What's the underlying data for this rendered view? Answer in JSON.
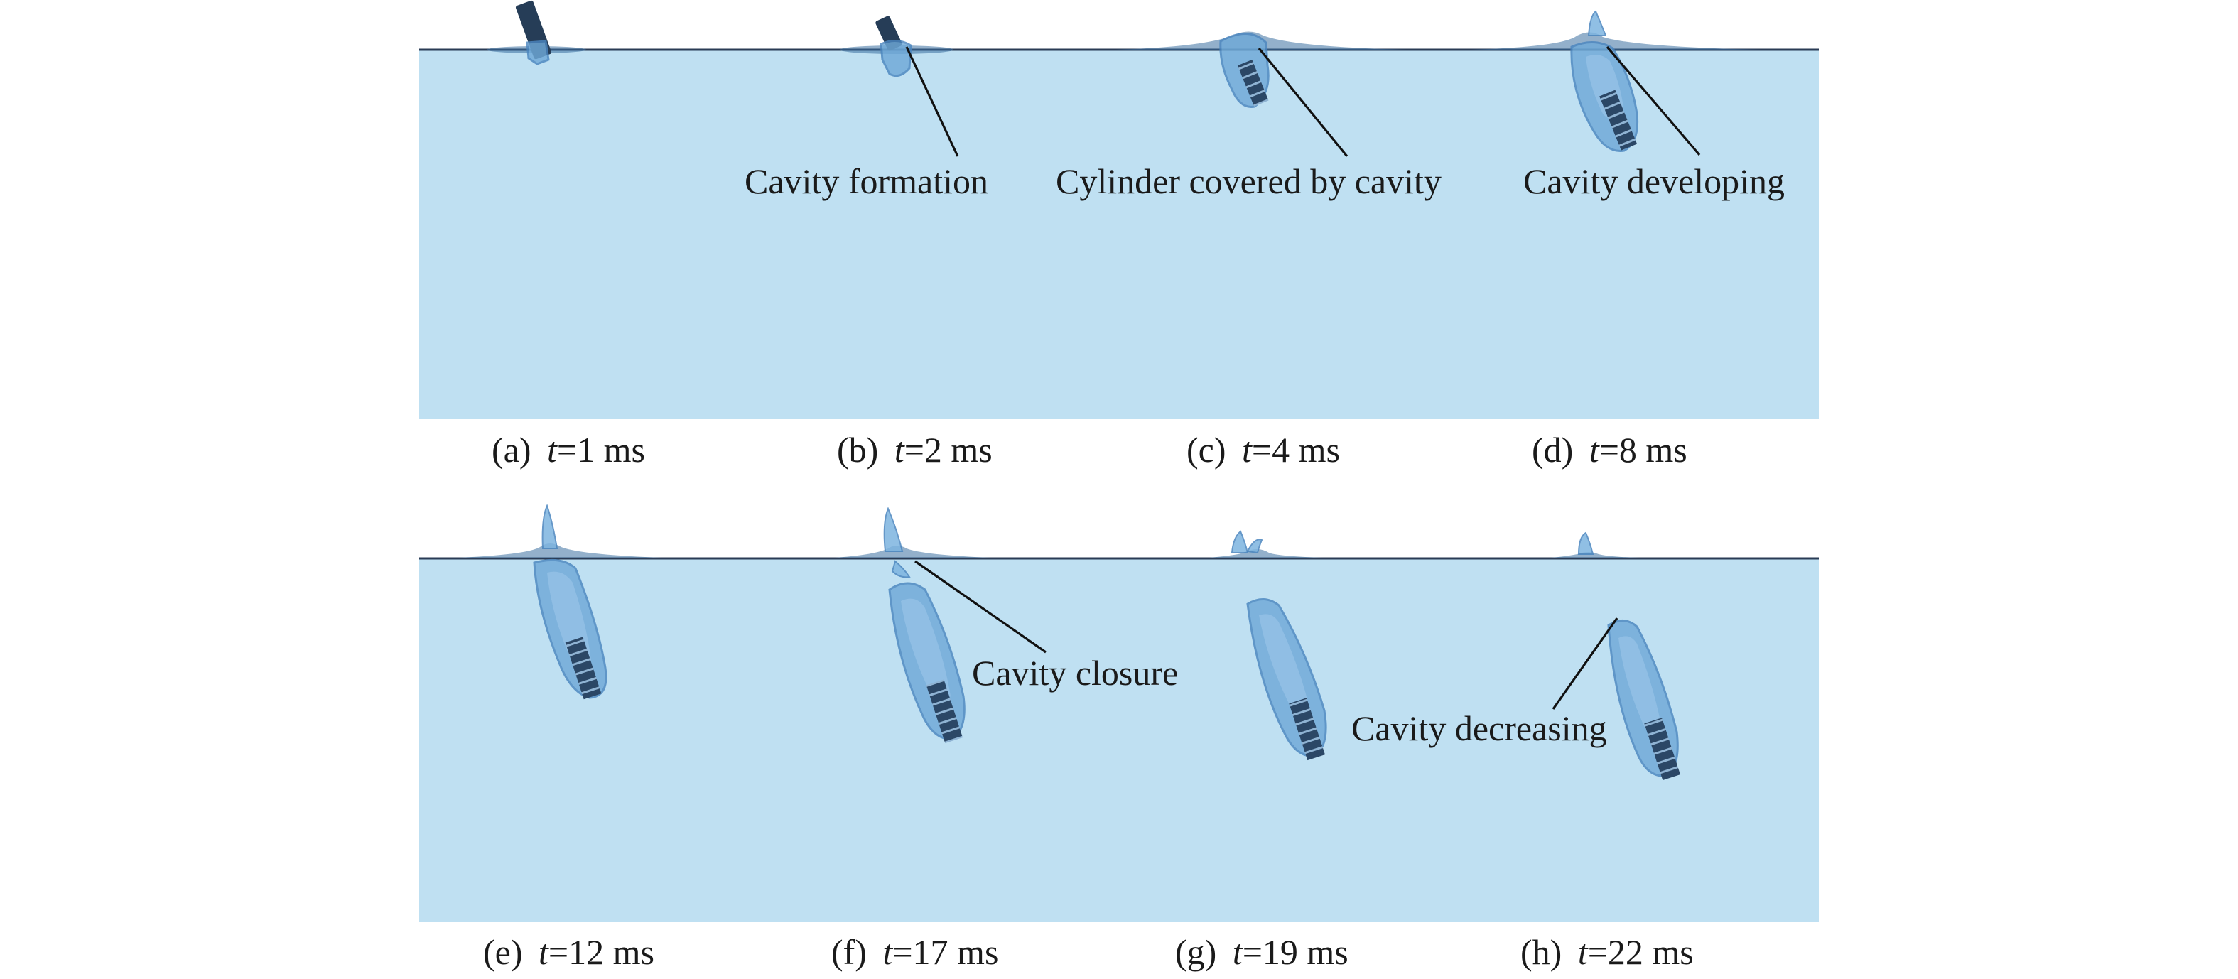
{
  "panels": [
    {
      "id": "a",
      "label": "(a)",
      "time_var": "t",
      "time_value": "=1 ms"
    },
    {
      "id": "b",
      "label": "(b)",
      "time_var": "t",
      "time_value": "=2 ms"
    },
    {
      "id": "c",
      "label": "(c)",
      "time_var": "t",
      "time_value": "=4 ms"
    },
    {
      "id": "d",
      "label": "(d)",
      "time_var": "t",
      "time_value": "=8 ms"
    },
    {
      "id": "e",
      "label": "(e)",
      "time_var": "t",
      "time_value": "=12 ms"
    },
    {
      "id": "f",
      "label": "(f)",
      "time_var": "t",
      "time_value": "=17 ms"
    },
    {
      "id": "g",
      "label": "(g)",
      "time_var": "t",
      "time_value": "=19 ms"
    },
    {
      "id": "h",
      "label": "(h)",
      "time_var": "t",
      "time_value": "=22 ms"
    }
  ],
  "annotations": {
    "cavity_formation": "Cavity formation",
    "cylinder_covered": "Cylinder covered by cavity",
    "cavity_developing": "Cavity developing",
    "cavity_closure": "Cavity closure",
    "cavity_decreasing": "Cavity decreasing"
  },
  "colors": {
    "water": "#bfe0f2",
    "cavity": "#6fa9d8",
    "cylinder": "#263d57",
    "surface_line": "#2a3b55"
  }
}
